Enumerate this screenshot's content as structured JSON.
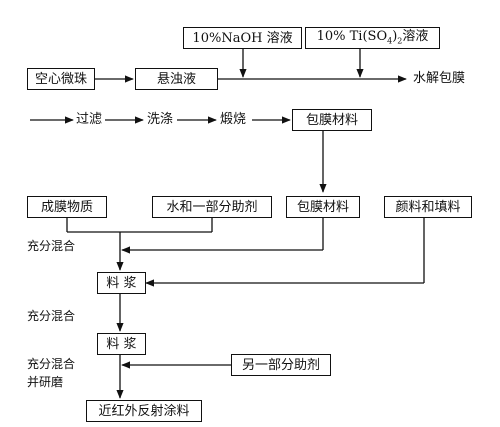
{
  "diagram": {
    "box_hollow": "空心微珠",
    "box_suspension": "悬浊液",
    "box_naoh": "10%NaOH 溶液",
    "box_tiso_prefix": "10% Ti(SO",
    "box_tiso_sub": "4",
    "box_tiso_mid": ")",
    "box_tiso_sub2": "2",
    "box_tiso_suffix": "溶液",
    "label_hydrolysis": "水解包膜",
    "label_filter": "过滤",
    "label_wash": "洗涤",
    "label_calcine": "煅烧",
    "box_coated_top": "包膜材料",
    "box_film": "成膜物质",
    "box_water_aux": "水和一部分助剂",
    "box_coated_mid": "包膜材料",
    "box_pigment": "颜料和填料",
    "label_mix1": "充分混合",
    "box_slurry1": "料  浆",
    "label_mix2": "充分混合",
    "box_slurry2": "料  浆",
    "label_mix3_line1": "充分混合",
    "label_mix3_line2": "并研磨",
    "box_other_aux": "另一部分助剂",
    "box_final": "近红外反射涂料"
  }
}
